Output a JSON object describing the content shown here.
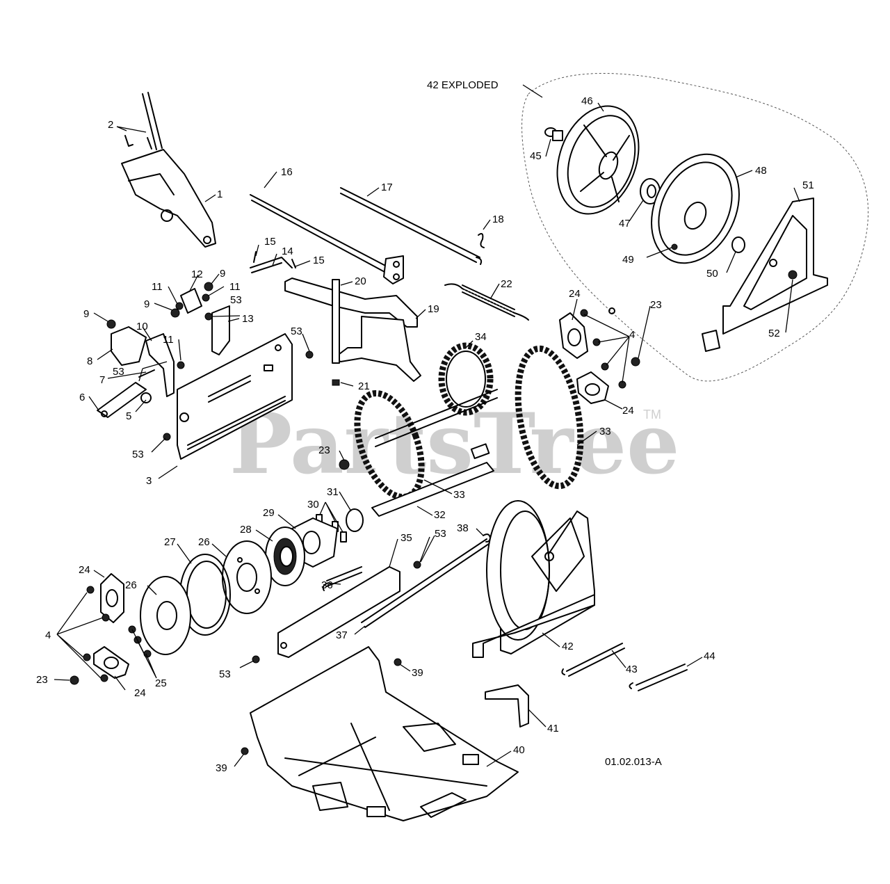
{
  "watermark": {
    "text": "PartsTree",
    "tm": "TM"
  },
  "diagram_code": "01.02.013-A",
  "exploded_label": "42 EXPLODED",
  "callouts": [
    {
      "id": "c1",
      "text": "1"
    },
    {
      "id": "c2",
      "text": "2"
    },
    {
      "id": "c3",
      "text": "3"
    },
    {
      "id": "c4a",
      "text": "4"
    },
    {
      "id": "c4b",
      "text": "4"
    },
    {
      "id": "c5",
      "text": "5"
    },
    {
      "id": "c6",
      "text": "6"
    },
    {
      "id": "c7",
      "text": "7"
    },
    {
      "id": "c8",
      "text": "8"
    },
    {
      "id": "c9a",
      "text": "9"
    },
    {
      "id": "c9b",
      "text": "9"
    },
    {
      "id": "c9c",
      "text": "9"
    },
    {
      "id": "c10",
      "text": "10"
    },
    {
      "id": "c11a",
      "text": "11"
    },
    {
      "id": "c11b",
      "text": "11"
    },
    {
      "id": "c11c",
      "text": "11"
    },
    {
      "id": "c12",
      "text": "12"
    },
    {
      "id": "c13",
      "text": "13"
    },
    {
      "id": "c14",
      "text": "14"
    },
    {
      "id": "c15a",
      "text": "15"
    },
    {
      "id": "c15b",
      "text": "15"
    },
    {
      "id": "c16",
      "text": "16"
    },
    {
      "id": "c17",
      "text": "17"
    },
    {
      "id": "c18",
      "text": "18"
    },
    {
      "id": "c19",
      "text": "19"
    },
    {
      "id": "c20",
      "text": "20"
    },
    {
      "id": "c21",
      "text": "21"
    },
    {
      "id": "c22",
      "text": "22"
    },
    {
      "id": "c23a",
      "text": "23"
    },
    {
      "id": "c23b",
      "text": "23"
    },
    {
      "id": "c23c",
      "text": "23"
    },
    {
      "id": "c24a",
      "text": "24"
    },
    {
      "id": "c24b",
      "text": "24"
    },
    {
      "id": "c24c",
      "text": "24"
    },
    {
      "id": "c24d",
      "text": "24"
    },
    {
      "id": "c25",
      "text": "25"
    },
    {
      "id": "c26a",
      "text": "26"
    },
    {
      "id": "c26b",
      "text": "26"
    },
    {
      "id": "c27",
      "text": "27"
    },
    {
      "id": "c28",
      "text": "28"
    },
    {
      "id": "c29",
      "text": "29"
    },
    {
      "id": "c30",
      "text": "30"
    },
    {
      "id": "c31",
      "text": "31"
    },
    {
      "id": "c32",
      "text": "32"
    },
    {
      "id": "c33a",
      "text": "33"
    },
    {
      "id": "c33b",
      "text": "33"
    },
    {
      "id": "c34",
      "text": "34"
    },
    {
      "id": "c35",
      "text": "35"
    },
    {
      "id": "c36",
      "text": "36"
    },
    {
      "id": "c37",
      "text": "37"
    },
    {
      "id": "c38",
      "text": "38"
    },
    {
      "id": "c39a",
      "text": "39"
    },
    {
      "id": "c39b",
      "text": "39"
    },
    {
      "id": "c40",
      "text": "40"
    },
    {
      "id": "c41",
      "text": "41"
    },
    {
      "id": "c42",
      "text": "42"
    },
    {
      "id": "c43",
      "text": "43"
    },
    {
      "id": "c44",
      "text": "44"
    },
    {
      "id": "c45",
      "text": "45"
    },
    {
      "id": "c46",
      "text": "46"
    },
    {
      "id": "c47",
      "text": "47"
    },
    {
      "id": "c48",
      "text": "48"
    },
    {
      "id": "c49",
      "text": "49"
    },
    {
      "id": "c50",
      "text": "50"
    },
    {
      "id": "c51",
      "text": "51"
    },
    {
      "id": "c52",
      "text": "52"
    },
    {
      "id": "c53a",
      "text": "53"
    },
    {
      "id": "c53b",
      "text": "53"
    },
    {
      "id": "c53c",
      "text": "53"
    },
    {
      "id": "c53d",
      "text": "53"
    },
    {
      "id": "c53e",
      "text": "53"
    },
    {
      "id": "c53f",
      "text": "53"
    }
  ]
}
